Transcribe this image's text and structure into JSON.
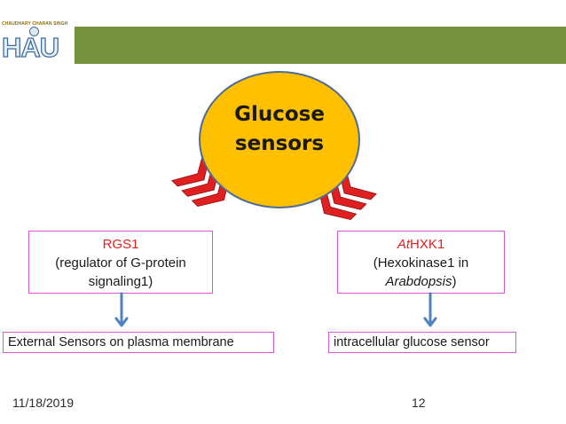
{
  "logo": {
    "top_text": "CHAUDHARY CHARAN SINGH",
    "letters": "HAU"
  },
  "center": {
    "line1": "Glucose",
    "line2": "sensors"
  },
  "left_box": {
    "title": "RGS1",
    "line2": "(regulator of G-protein",
    "line3": "signaling1)"
  },
  "right_box": {
    "title_italic": "At",
    "title_rest": "HXK1",
    "line2": "(Hexokinase1 in",
    "line3_italic": "Arabdopsis",
    "line3_close": ")"
  },
  "left_label": "External Sensors on plasma membrane",
  "right_label": "intracellular glucose sensor",
  "footer": {
    "date": "11/18/2019",
    "page": "12"
  },
  "colors": {
    "header_band": "#76923c",
    "circle_fill": "#ffc000",
    "circle_stroke": "#4f6c97",
    "chevron_red": "#e02020",
    "box_border": "#d459d4",
    "arrow_blue": "#4f81bd"
  }
}
